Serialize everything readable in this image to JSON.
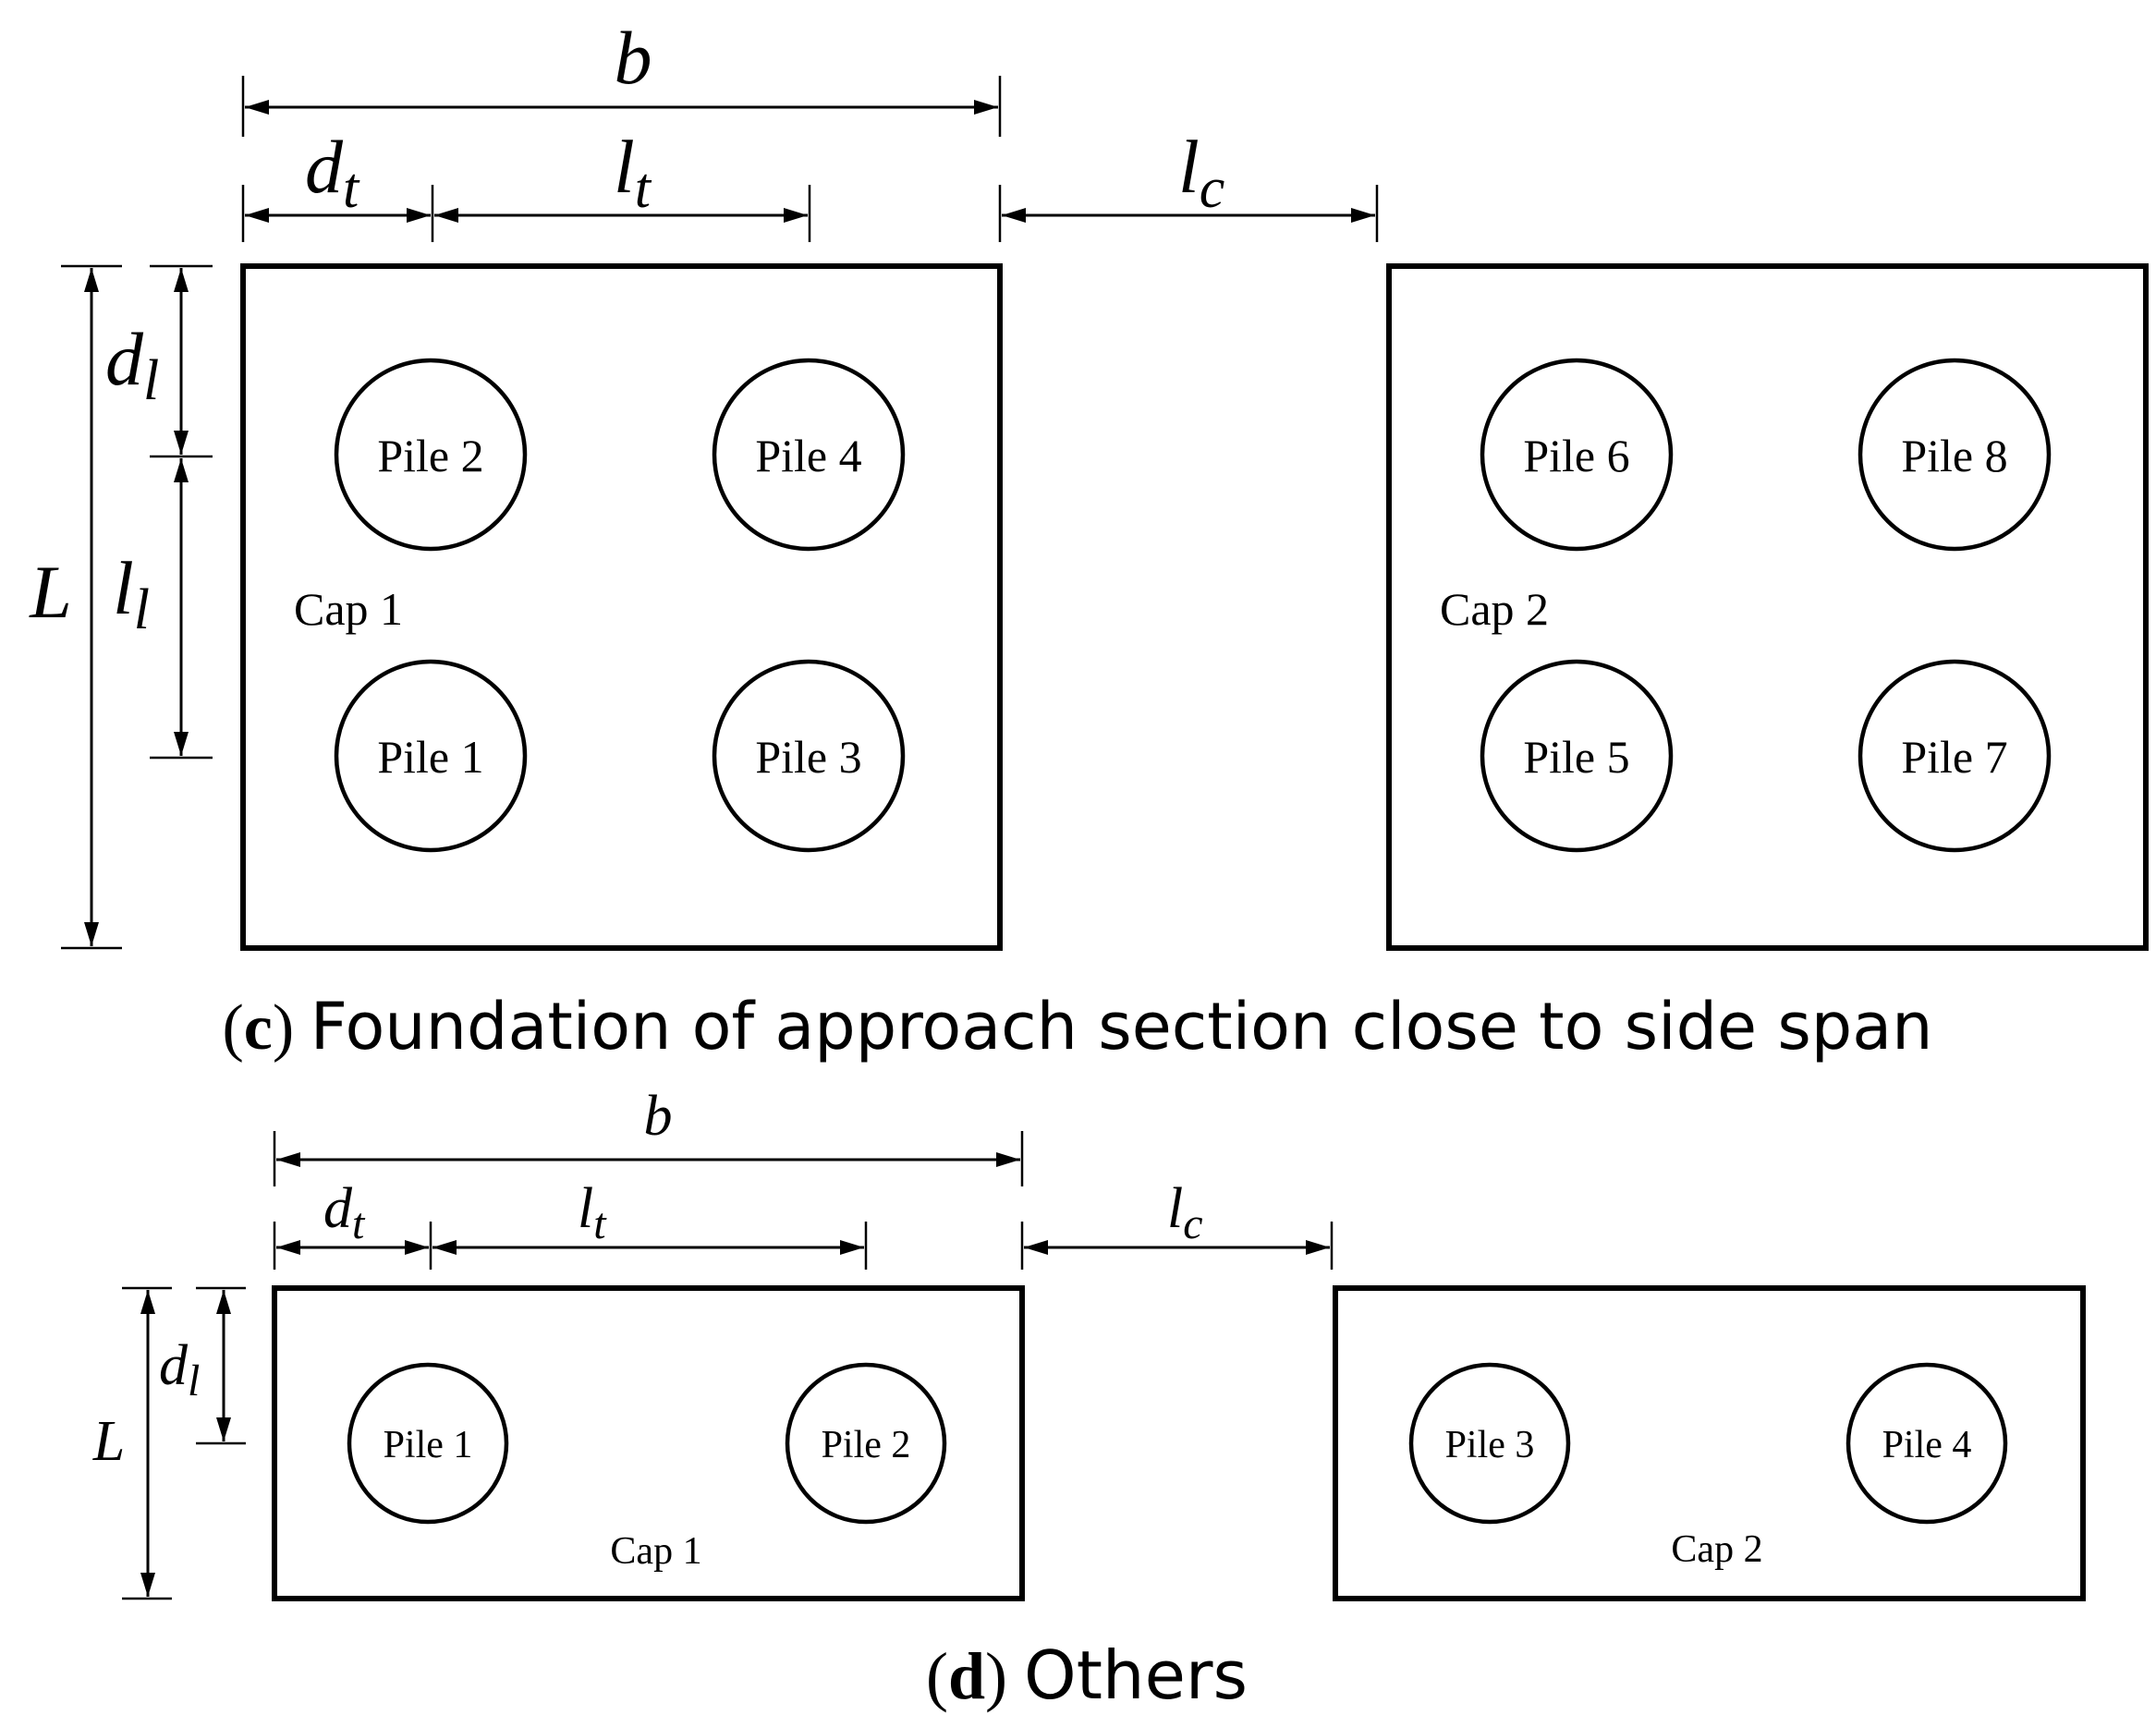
{
  "colors": {
    "ink": "#000000",
    "background": "#ffffff"
  },
  "panel_c": {
    "caption_letter": "c",
    "caption_text": "Foundation of approach section close to side span",
    "caps": [
      {
        "label": "Cap 1",
        "piles": [
          "Pile 2",
          "Pile 4",
          "Pile 1",
          "Pile 3"
        ]
      },
      {
        "label": "Cap 2",
        "piles": [
          "Pile 6",
          "Pile 8",
          "Pile 5",
          "Pile 7"
        ]
      }
    ],
    "dimensions": {
      "b": "b",
      "dt": {
        "base": "d",
        "sub": "t"
      },
      "lt": {
        "base": "l",
        "sub": "t"
      },
      "lc": {
        "base": "l",
        "sub": "c"
      },
      "L": "L",
      "dl": {
        "base": "d",
        "sub": "l"
      },
      "ll": {
        "base": "l",
        "sub": "l"
      }
    }
  },
  "panel_d": {
    "caption_letter": "d",
    "caption_text": "Others",
    "caps": [
      {
        "label": "Cap 1",
        "piles": [
          "Pile 1",
          "Pile 2"
        ]
      },
      {
        "label": "Cap 2",
        "piles": [
          "Pile 3",
          "Pile 4"
        ]
      }
    ],
    "dimensions": {
      "b": "b",
      "dt": {
        "base": "d",
        "sub": "t"
      },
      "lt": {
        "base": "l",
        "sub": "t"
      },
      "lc": {
        "base": "l",
        "sub": "c"
      },
      "L": "L",
      "dl": {
        "base": "d",
        "sub": "l"
      }
    }
  }
}
